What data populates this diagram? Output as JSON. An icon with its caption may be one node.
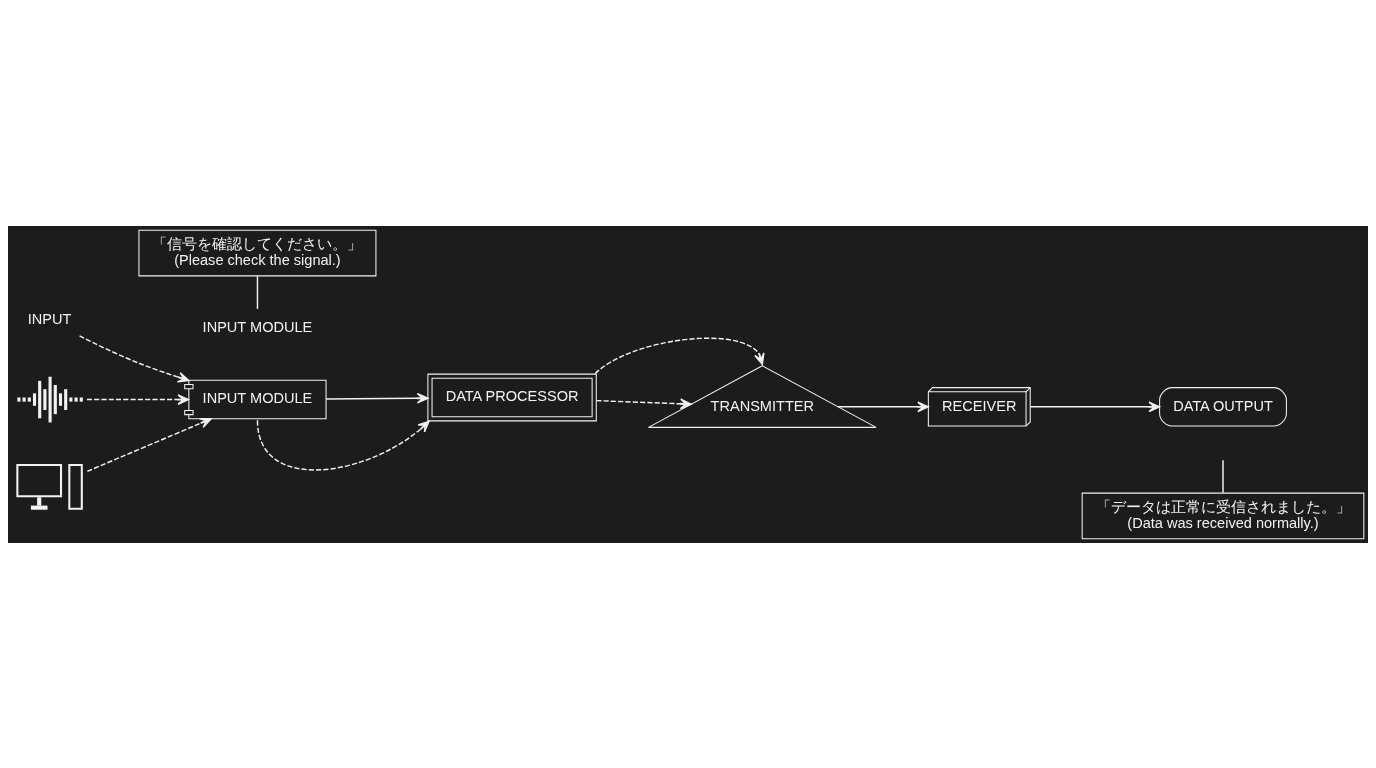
{
  "diagram": {
    "nodes": [
      {
        "text": [
          "「信号を確認してください。」",
          "(Please check the signal.)"
        ]
      },
      {
        "text": [
          "INPUT"
        ]
      },
      {
        "text": [
          "INPUT MODULE"
        ]
      },
      {
        "text": [],
        "shape": "picture"
      },
      {
        "text": [],
        "shape": "picture"
      },
      {
        "text": [
          "INPUT MODULE"
        ]
      },
      {
        "text": [
          "DATA PROCESSOR"
        ]
      },
      {
        "text": [
          "TRANSMITTER"
        ]
      },
      {
        "text": [
          "RECEIVER"
        ]
      },
      {
        "text": [
          "DATA OUTPUT"
        ]
      },
      {
        "text": [
          "「データは正常に受信されました。」",
          "(Data was received normally.)"
        ]
      }
    ],
    "edges": [
      {
        "from": 0,
        "to": 2,
        "arrow": "none"
      },
      {
        "from": 1,
        "to": 5,
        "arrow": "to",
        "style": "dashed"
      },
      {
        "from": 3,
        "to": 5,
        "arrow": "to",
        "style": "dashed"
      },
      {
        "from": 4,
        "to": 5,
        "arrow": "to",
        "style": "dashed"
      },
      {
        "from": 5,
        "to": 6,
        "arrow": "to"
      },
      {
        "from": 5,
        "to": 6,
        "arrow": "to",
        "style": "dashed"
      },
      {
        "from": 6,
        "to": 7,
        "arrow": "to",
        "style": "dashed"
      },
      {
        "from": 6,
        "to": 7,
        "arrow": "to",
        "style": "dashed"
      },
      {
        "from": 7,
        "to": 8,
        "arrow": "to"
      },
      {
        "from": 8,
        "to": 9,
        "arrow": "to"
      },
      {
        "from": null,
        "to": 10,
        "arrow": "none"
      }
    ]
  }
}
